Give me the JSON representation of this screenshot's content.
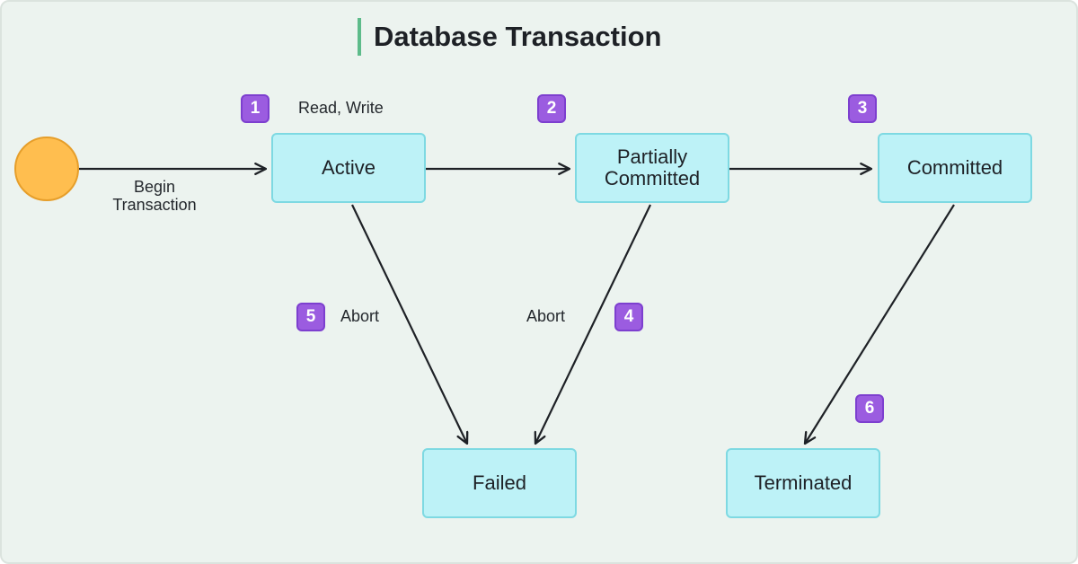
{
  "title": "Database Transaction",
  "states": {
    "active": "Active",
    "partially_committed": [
      "Partially",
      "Committed"
    ],
    "committed": "Committed",
    "failed": "Failed",
    "terminated": "Terminated"
  },
  "edge_labels": {
    "begin": [
      "Begin",
      "Transaction"
    ],
    "read_write": "Read, Write",
    "abort_active": "Abort",
    "abort_partial": "Abort"
  },
  "steps": [
    "1",
    "2",
    "3",
    "4",
    "5",
    "6"
  ],
  "colors": {
    "background": "#ecf3ef",
    "state_fill": "#bdf2f7",
    "state_border": "#7ed9e2",
    "badge": "#9b5ce0",
    "start_node": "#ffbe4f",
    "title_accent": "#5dbb8a"
  }
}
